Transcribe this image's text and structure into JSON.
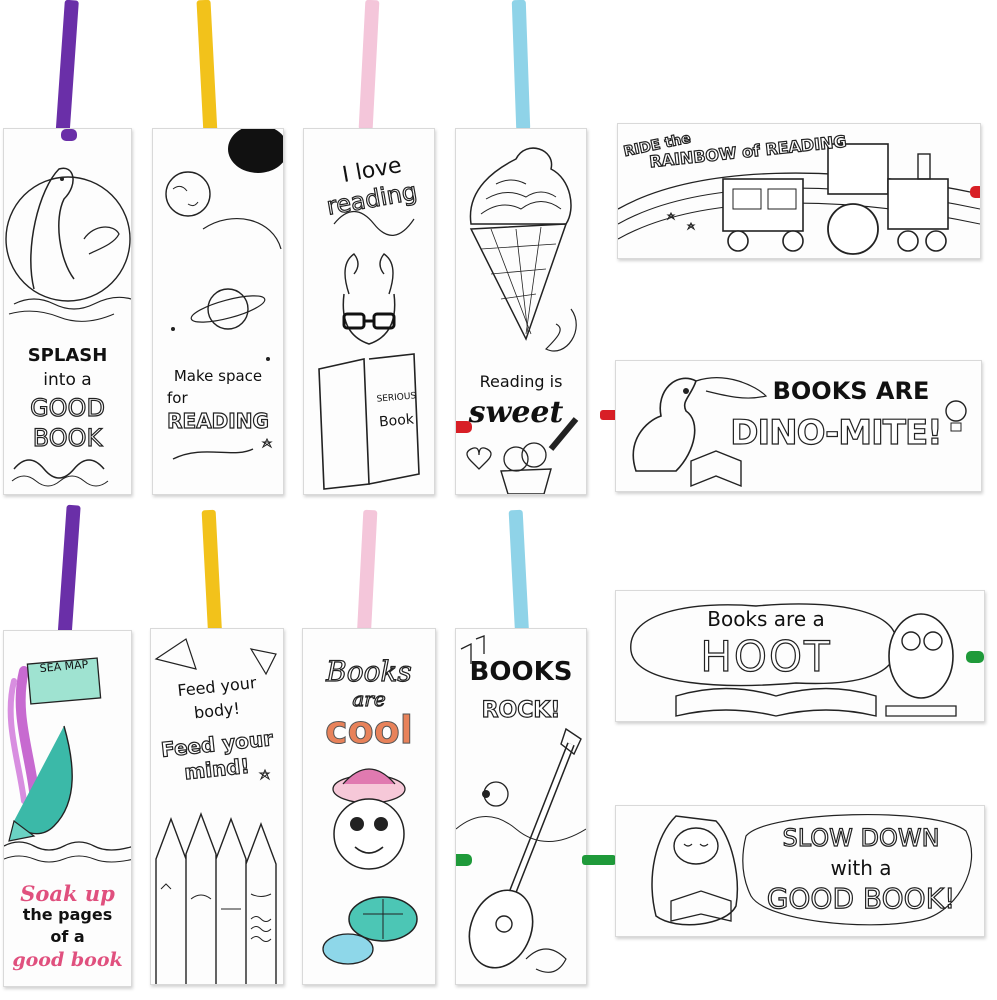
{
  "image": {
    "colors": {
      "purple": "#6a2fa8",
      "yellow": "#f2c21b",
      "pink": "#f4c6da",
      "sky": "#8fd3e8",
      "red": "#d81f26",
      "green": "#1f9a3a",
      "card": "#fdfdfd",
      "line": "#222222",
      "mermaid_tail": "#3bb9a8",
      "mermaid_hair": "#c76ad0",
      "cool_orange": "#e8825a",
      "soak_pink": "#e0507e"
    },
    "bookmarks": [
      {
        "id": "splash",
        "lines": [
          "SPLASH",
          "into a",
          "GOOD",
          "BOOK"
        ]
      },
      {
        "id": "space",
        "lines": [
          "Make space",
          "for",
          "READING"
        ]
      },
      {
        "id": "love",
        "lines": [
          "I love",
          "reading"
        ],
        "book_text": [
          "SERIOUS",
          "Book"
        ]
      },
      {
        "id": "sweet",
        "lines": [
          "Reading is",
          "sweet"
        ]
      },
      {
        "id": "rainbow",
        "lines": [
          "RIDE the",
          "RAINBOW of READING"
        ]
      },
      {
        "id": "dino",
        "lines": [
          "BOOKS ARE",
          "DINO-MITE!"
        ]
      },
      {
        "id": "soak",
        "lines": [
          "Soak up",
          "the pages",
          "of a",
          "good book"
        ],
        "map_text": [
          "SEA MAP"
        ]
      },
      {
        "id": "feed",
        "lines": [
          "Feed your",
          "body!",
          "Feed your",
          "mind!"
        ]
      },
      {
        "id": "cool",
        "lines": [
          "Books",
          "are",
          "cool"
        ]
      },
      {
        "id": "rock",
        "lines": [
          "BOOKS",
          "ROCK!"
        ]
      },
      {
        "id": "hoot",
        "lines": [
          "Books are a",
          "HOOT"
        ]
      },
      {
        "id": "slow",
        "lines": [
          "SLOW DOWN",
          "with a",
          "GOOD BOOK!"
        ]
      }
    ]
  }
}
